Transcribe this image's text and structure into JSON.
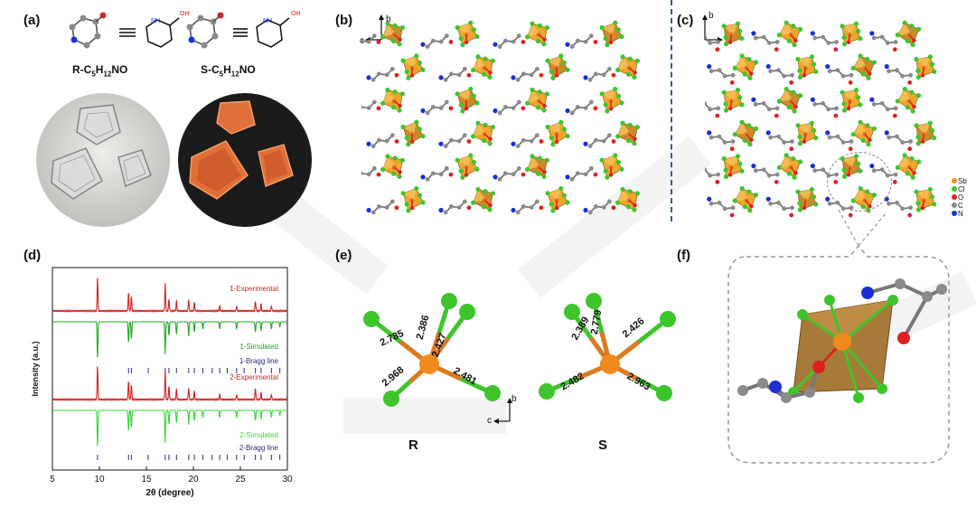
{
  "panels": {
    "a": "(a)",
    "b": "(b)",
    "c": "(c)",
    "d": "(d)",
    "e": "(e)",
    "f": "(f)"
  },
  "panel_a": {
    "left_formula_main": "R-C",
    "left_sub1": "5",
    "left_mid": "H",
    "left_sub2": "12",
    "left_tail": "NO",
    "right_formula_main": "S-C",
    "right_sub1": "5",
    "right_mid": "H",
    "right_sub2": "12",
    "right_tail": "NO",
    "nh_label": "NH",
    "oh_label": "OH"
  },
  "panel_bc_axes": {
    "b": "b",
    "c": "c"
  },
  "legend": [
    {
      "label": "Sb",
      "color": "#f08a1c"
    },
    {
      "label": "Cl",
      "color": "#3fc52c"
    },
    {
      "label": "O",
      "color": "#e02020"
    },
    {
      "label": "C",
      "color": "#8a8a8a"
    },
    {
      "label": "N",
      "color": "#1a2fd0"
    }
  ],
  "chart_data": {
    "type": "line",
    "xlabel": "2θ (degree)",
    "ylabel": "Intensity (a.u.)",
    "xlim": [
      5,
      30
    ],
    "xticks": [
      5,
      10,
      15,
      20,
      25,
      30
    ],
    "series": [
      {
        "name": "1-Experimental",
        "color": "#d42020",
        "dir": "up",
        "peaks": [
          [
            9.8,
            1.0
          ],
          [
            13.1,
            0.55
          ],
          [
            13.4,
            0.45
          ],
          [
            17.0,
            0.8
          ],
          [
            17.4,
            0.35
          ],
          [
            18.2,
            0.3
          ],
          [
            19.5,
            0.35
          ],
          [
            20.1,
            0.25
          ],
          [
            22.8,
            0.15
          ],
          [
            24.6,
            0.15
          ],
          [
            26.6,
            0.3
          ],
          [
            27.2,
            0.2
          ],
          [
            28.3,
            0.15
          ]
        ]
      },
      {
        "name": "1-Simulated",
        "color": "#1fa81f",
        "dir": "down",
        "peaks": [
          [
            9.8,
            1.0
          ],
          [
            13.1,
            0.6
          ],
          [
            13.4,
            0.5
          ],
          [
            17.0,
            0.9
          ],
          [
            17.4,
            0.4
          ],
          [
            18.2,
            0.35
          ],
          [
            19.5,
            0.4
          ],
          [
            20.1,
            0.3
          ],
          [
            21.0,
            0.2
          ],
          [
            22.8,
            0.2
          ],
          [
            24.6,
            0.2
          ],
          [
            26.6,
            0.3
          ],
          [
            27.2,
            0.25
          ],
          [
            28.3,
            0.2
          ],
          [
            29.2,
            0.15
          ]
        ]
      },
      {
        "name": "1-Bragg line",
        "color": "#2a2a8a",
        "dir": "bragg",
        "positions": [
          9.8,
          13.1,
          13.4,
          15.2,
          17.0,
          17.4,
          18.2,
          19.5,
          20.1,
          21.0,
          22.0,
          22.8,
          23.6,
          24.6,
          25.4,
          26.6,
          27.2,
          28.3,
          29.2
        ]
      },
      {
        "name": "2-Experimental",
        "color": "#d42020",
        "dir": "up",
        "peaks": [
          [
            9.8,
            1.0
          ],
          [
            13.1,
            0.55
          ],
          [
            13.4,
            0.45
          ],
          [
            17.0,
            0.85
          ],
          [
            17.4,
            0.4
          ],
          [
            18.2,
            0.3
          ],
          [
            19.5,
            0.35
          ],
          [
            20.1,
            0.25
          ],
          [
            22.8,
            0.15
          ],
          [
            24.6,
            0.15
          ],
          [
            26.6,
            0.35
          ],
          [
            27.2,
            0.2
          ],
          [
            28.3,
            0.15
          ]
        ]
      },
      {
        "name": "2-Simulated",
        "color": "#33d633",
        "dir": "down",
        "peaks": [
          [
            9.8,
            1.0
          ],
          [
            13.1,
            0.6
          ],
          [
            13.4,
            0.5
          ],
          [
            17.0,
            0.9
          ],
          [
            17.4,
            0.4
          ],
          [
            18.2,
            0.35
          ],
          [
            19.5,
            0.4
          ],
          [
            20.1,
            0.3
          ],
          [
            21.0,
            0.2
          ],
          [
            22.8,
            0.2
          ],
          [
            24.6,
            0.2
          ],
          [
            26.6,
            0.3
          ],
          [
            27.2,
            0.25
          ],
          [
            28.3,
            0.2
          ],
          [
            29.2,
            0.15
          ]
        ]
      },
      {
        "name": "2-Bragg line",
        "color": "#2a2a8a",
        "dir": "bragg",
        "positions": [
          9.8,
          13.1,
          13.4,
          15.2,
          17.0,
          17.4,
          18.2,
          19.5,
          20.1,
          21.0,
          22.0,
          22.8,
          23.6,
          24.6,
          25.4,
          26.6,
          27.2,
          28.3,
          29.2
        ]
      }
    ]
  },
  "panel_e": {
    "R": {
      "label": "R",
      "bonds": [
        "2.785",
        "2.386",
        "2.427",
        "2.968",
        "2.481"
      ]
    },
    "S": {
      "label": "S",
      "bonds": [
        "2.389",
        "2.779",
        "2.426",
        "2.482",
        "2.963"
      ]
    },
    "axis_b": "b",
    "axis_c": "c"
  }
}
